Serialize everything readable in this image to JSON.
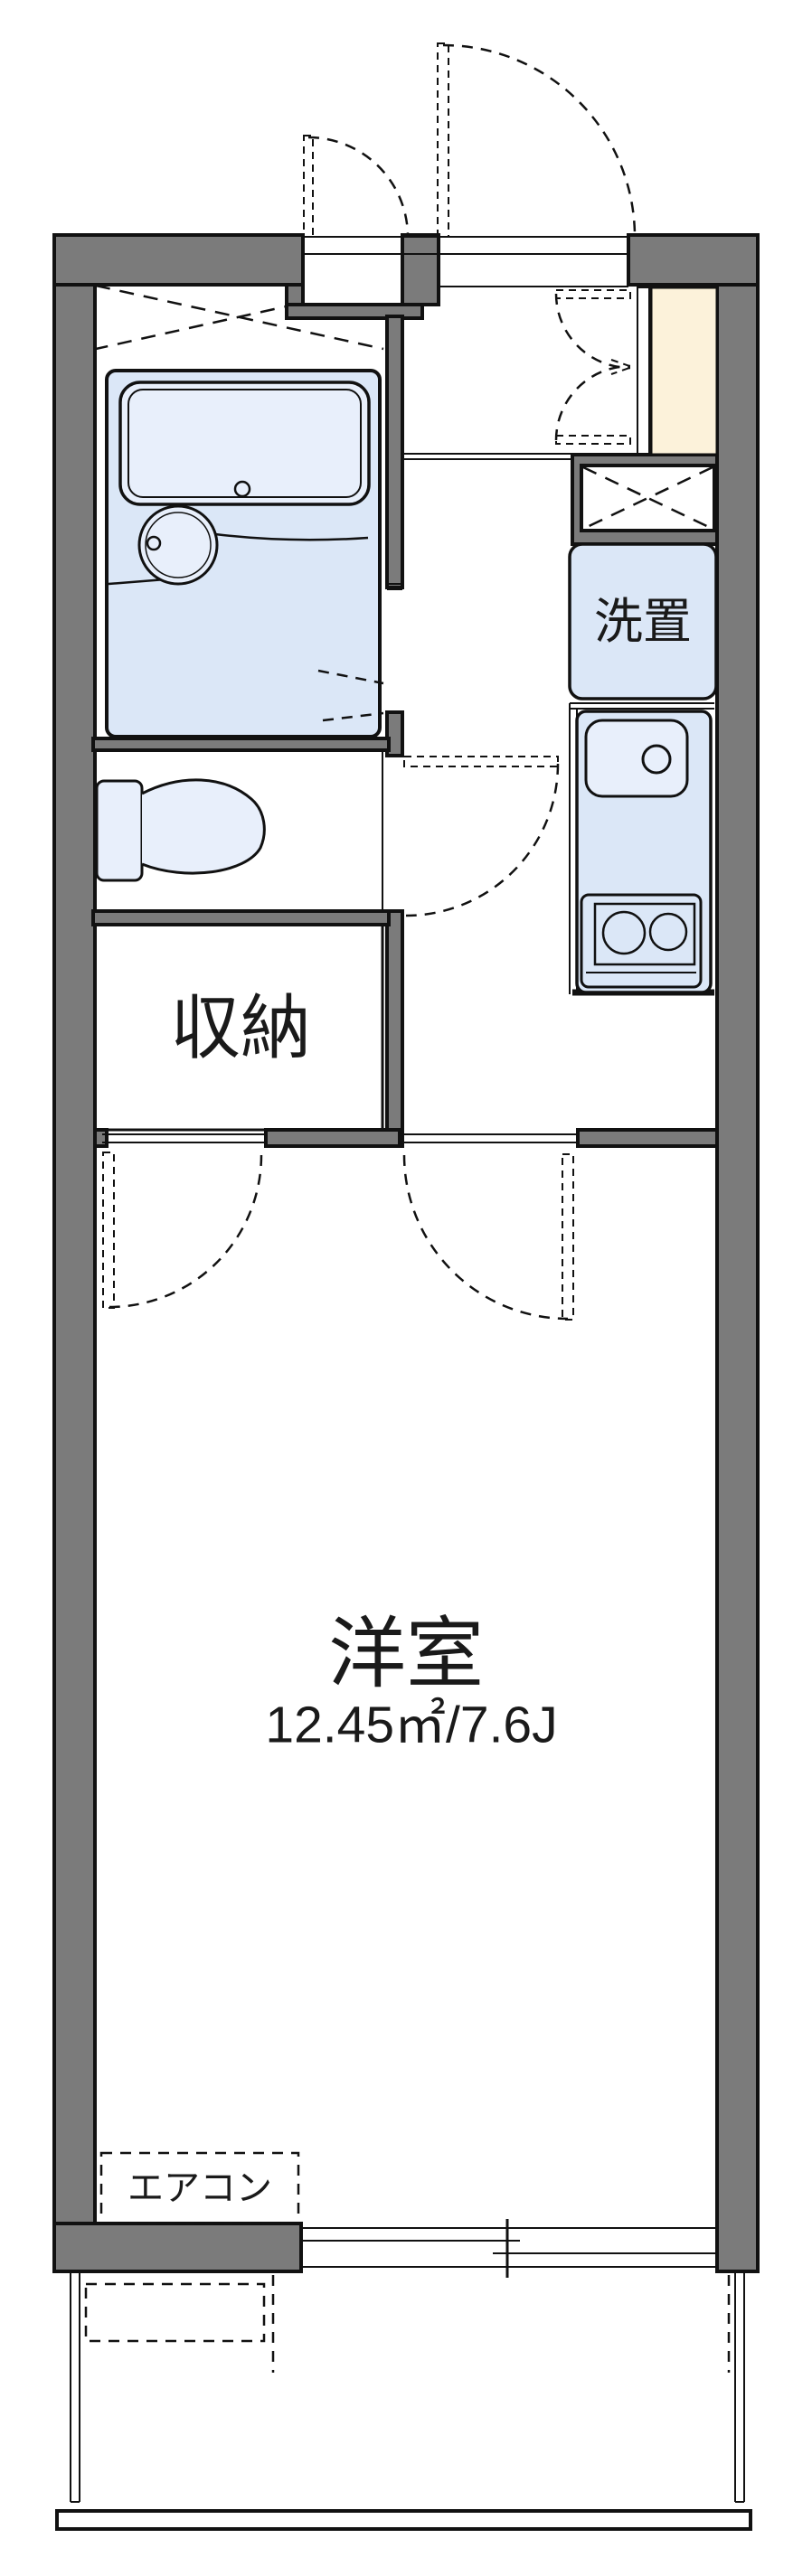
{
  "colors": {
    "wall": "#7b7b7b",
    "outline": "#111111",
    "fixture": "#dbe7f7",
    "fixture_light": "#e8effb",
    "closet": "#fcf2da"
  },
  "labels": {
    "storage": "収納",
    "washing_machine": "洗置",
    "main_room": "洋室",
    "main_room_area": "12.45㎡/7.6J",
    "air_conditioner": "エアコン"
  }
}
